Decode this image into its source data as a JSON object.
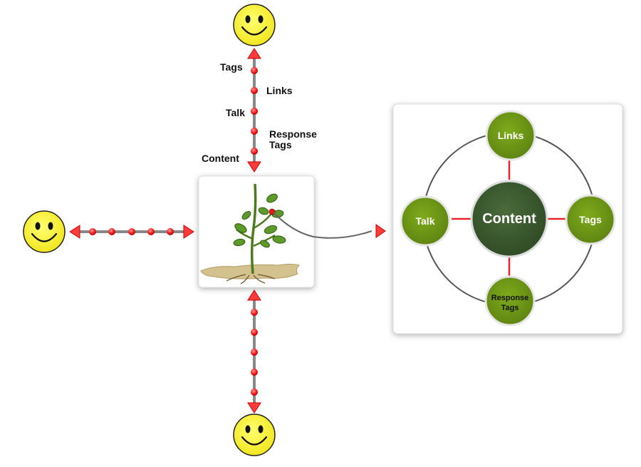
{
  "timeline_labels": {
    "tags": "Tags",
    "links": "Links",
    "talk": "Talk",
    "response_tags_line1": "Response",
    "response_tags_line2": "Tags",
    "content": "Content"
  },
  "cycle_nodes": {
    "center": "Content",
    "top": "Links",
    "right": "Tags",
    "left": "Talk",
    "bottom_line1": "Response",
    "bottom_line2": "Tags"
  },
  "colors": {
    "node_green": "#6e9614",
    "center_green": "#3b5a2f",
    "connector_red": "#e8242d",
    "dot_red": "#ff2b2b",
    "smiley_yellow": "#f6ee2a"
  },
  "icons": [
    "smiley-face-icon",
    "plant-icon"
  ]
}
